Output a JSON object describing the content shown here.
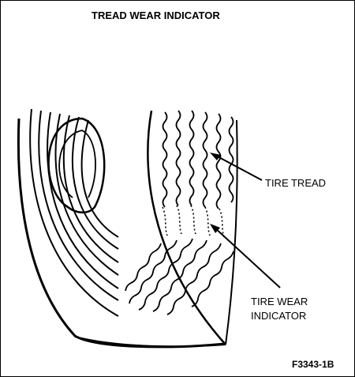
{
  "title": "TREAD WEAR INDICATOR",
  "labels": {
    "tire_tread": "TIRE TREAD",
    "tire_wear_indicator_line1": "TIRE WEAR",
    "tire_wear_indicator_line2": "INDICATOR"
  },
  "figure_code": "F3343-1B",
  "colors": {
    "ink": "#000000",
    "paper": "#ffffff"
  }
}
